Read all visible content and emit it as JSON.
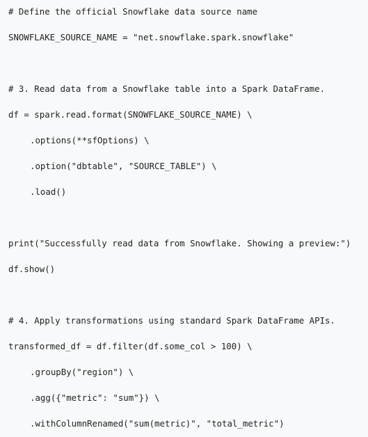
{
  "code": {
    "lines": [
      "# Define the official Snowflake data source name",
      "SNOWFLAKE_SOURCE_NAME = \"net.snowflake.spark.snowflake\"",
      "",
      "# 3. Read data from a Snowflake table into a Spark DataFrame.",
      "df = spark.read.format(SNOWFLAKE_SOURCE_NAME) \\",
      ".options(**sfOptions) \\",
      ".option(\"dbtable\", \"SOURCE_TABLE\") \\",
      ".load()",
      "",
      "print(\"Successfully read data from Snowflake. Showing a preview:\")",
      "df.show()",
      "",
      "# 4. Apply transformations using standard Spark DataFrame APIs.",
      "transformed_df = df.filter(df.some_col > 100) \\",
      ".groupBy(\"region\") \\",
      ".agg({\"metric\": \"sum\"}) \\",
      ".withColumnRenamed(\"sum(metric)\", \"total_metric\")"
    ]
  }
}
